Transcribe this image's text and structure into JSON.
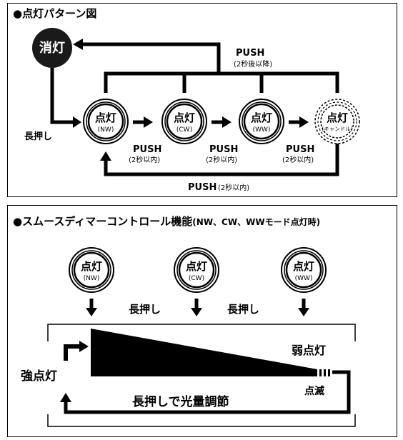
{
  "panel1": {
    "title": "●点灯パターン図",
    "off_label": "消灯",
    "long_press": "長押し",
    "push_hold": "PUSH",
    "push_hold_note": "(2秒後以降)",
    "modes": [
      {
        "label": "点灯",
        "sub": "(NW)"
      },
      {
        "label": "点灯",
        "sub": "(CW)"
      },
      {
        "label": "点灯",
        "sub": "(WW)"
      },
      {
        "label": "点灯",
        "sub": "(キャンドル)"
      }
    ],
    "push_short": [
      {
        "label": "PUSH",
        "note": "(2秒以内)"
      },
      {
        "label": "PUSH",
        "note": "(2秒以内)"
      },
      {
        "label": "PUSH",
        "note": "(2秒以内)"
      }
    ],
    "push_return": "PUSH",
    "push_return_note": "(2秒以内)"
  },
  "panel2": {
    "title": "●スムースディマーコントロール機能",
    "title_note": "(NW、CW、WWモード点灯時)",
    "modes": [
      {
        "label": "点灯",
        "sub": "(NW)"
      },
      {
        "label": "点灯",
        "sub": "(CW)"
      },
      {
        "label": "点灯",
        "sub": "(WW)"
      }
    ],
    "long_press": [
      "長押し",
      "長押し"
    ],
    "strong": "強点灯",
    "weak": "弱点灯",
    "blink": "点滅",
    "adjust": "長押しで光量調節"
  }
}
